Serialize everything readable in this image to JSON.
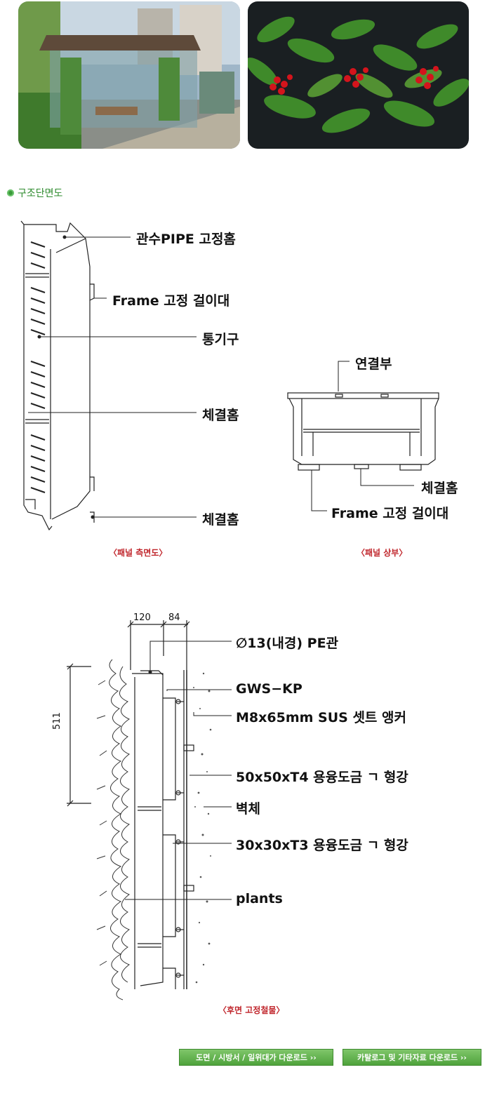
{
  "photos": [
    {
      "name": "bus-stop-green-wall-photo"
    },
    {
      "name": "planted-panel-closeup-photo"
    }
  ],
  "section": {
    "title": "구조단면도"
  },
  "side_view": {
    "labels": {
      "pipe_groove": "관수PIPE 고정홈",
      "frame_hanger": "Frame 고정 걸이대",
      "vent": "통기구",
      "fastening_groove_1": "체결홈",
      "fastening_groove_2": "체결홈"
    },
    "caption": "〈패널 측면도〉"
  },
  "top_view": {
    "labels": {
      "connector": "연결부",
      "fastening_groove": "체결홈",
      "frame_hanger": "Frame 고정 걸이대"
    },
    "caption": "〈패널 상부〉"
  },
  "rear_fixing": {
    "dims": {
      "width_a": "120",
      "width_b": "84",
      "height": "511"
    },
    "labels": {
      "pe_pipe": "∅13(내경) PE관",
      "gws_kp": "GWS−KP",
      "anchor": "M8x65mm SUS 셋트 앵커",
      "angle_50": "50x50xT4 용융도금 ㄱ 형강",
      "wall": "벽체",
      "angle_30": "30x30xT3 용융도금 ㄱ 형강",
      "plants": "plants"
    },
    "caption": "〈후면 고정철물〉"
  },
  "buttons": {
    "drawings": "도면 / 시방서 / 일위대가 다운로드 ››",
    "catalog": "카탈로그 및 기타자료 다운로드 ››"
  },
  "colors": {
    "accent_green": "#3a9a3a",
    "caption_red": "#c0262c",
    "button_green": "#5aab44"
  }
}
